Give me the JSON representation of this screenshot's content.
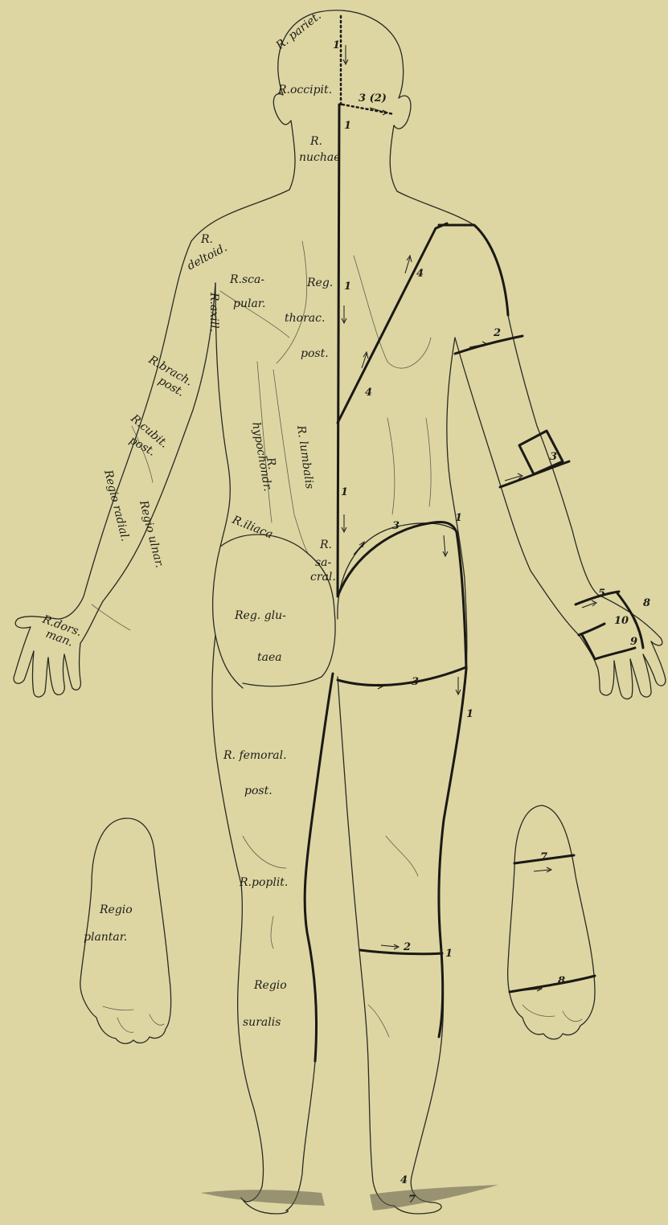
{
  "region_labels": {
    "pariet": "R. pariet.",
    "occipit": "R.occipit.",
    "nuchae_r": "R.",
    "nuchae": "nuchae",
    "deltoid_r": "R.",
    "deltoid": "deltoid.",
    "scapular_a": "R.sca-",
    "scapular_b": "pular.",
    "thorac_a": "Reg.",
    "thorac_b": "thorac.",
    "thorac_c": "post.",
    "axill": "R.axill.",
    "brach_a": "R.brach.",
    "brach_b": "post.",
    "cubit_a": "R.cubit.",
    "cubit_b": "post.",
    "hypochondr_a": "R.",
    "hypochondr_b": "hypochondr.",
    "lumbalis": "R. lumbalis",
    "iliaca": "R.iliaca",
    "sacral_a": "R.",
    "sacral_b": "sa-",
    "sacral_c": "cral.",
    "radial": "Regio radial.",
    "ulnar": "Regio ulnar.",
    "dorsman_a": "R.dors.",
    "dorsman_b": "man.",
    "glutaea_a": "Reg. glu-",
    "glutaea_b": "taea",
    "femoral_a": "R. femoral.",
    "femoral_b": "post.",
    "poplit": "R.poplit.",
    "suralis_a": "Regio",
    "suralis_b": "suralis",
    "plantar_a": "Regio",
    "plantar_b": "plantar."
  },
  "incision_numbers": {
    "head_1": "1",
    "head_3": "3 (2)",
    "neck_1": "1",
    "spine_1a": "1",
    "spine_1b": "1",
    "shoulder_4a": "4",
    "shoulder_4b": "4",
    "arm_2": "2",
    "forearm_3": "3",
    "wrist_5": "5",
    "hand_8": "8",
    "hand_10": "10",
    "hand_9": "9",
    "hip_3": "3",
    "hip_1": "1",
    "thigh_3": "3",
    "thigh_1": "1",
    "knee_2": "2",
    "knee_1": "1",
    "foot_7": "7",
    "foot_8": "8",
    "ankle_4": "4",
    "ankle_7": "7"
  }
}
